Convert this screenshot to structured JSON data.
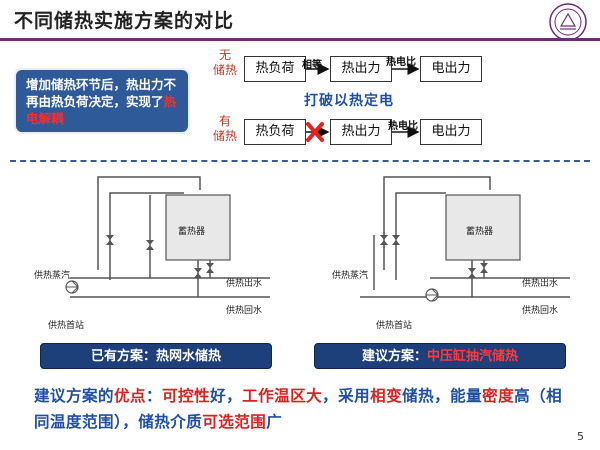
{
  "slide": {
    "title": "不同储热实施方案的对比",
    "page_number": "5"
  },
  "callout": {
    "part1": "增加储热环节后，热出力不再由热负荷决定，实现了",
    "highlight": "热电解耦"
  },
  "flow_top": {
    "label_line1": "无",
    "label_line2": "储热",
    "box1": "热负荷",
    "arrow1": "相等",
    "box2": "热出力",
    "arrow2": "热电比",
    "box3": "电出力"
  },
  "break_text": "打破以热定电",
  "flow_bottom": {
    "label_line1": "有",
    "label_line2": "储热",
    "box1": "热负荷",
    "box2": "热出力",
    "arrow2": "热电比",
    "box3": "电出力"
  },
  "diagram_left": {
    "tank": "蓄热器",
    "steam": "供热蒸汽",
    "out_water": "供热出水",
    "return_water": "供热回水",
    "station": "供热首站"
  },
  "diagram_right": {
    "tank": "蓄热器",
    "steam": "供热蒸汽",
    "out_water": "供热出水",
    "return_water": "供热回水",
    "station": "供热首站"
  },
  "banner_left": {
    "prefix": "已有方案：",
    "name": "热网水储热"
  },
  "banner_right": {
    "prefix": "建议方案：",
    "name": "中压缸抽汽储热"
  },
  "summary": {
    "s1": "建议方案的",
    "s2": "优点",
    "s3": "：",
    "s4": "可控性",
    "s5": "好，",
    "s6": "工作温区大",
    "s7": "，采用",
    "s8": "相变",
    "s9": "储热，能量",
    "s10": "密度",
    "s11": "高（相同温度范围），储热介质",
    "s12": "可选范围",
    "s13": "广"
  },
  "colors": {
    "accent": "#6b2f7a",
    "banner": "#1d3f7a",
    "callout": "#2f5a9a",
    "highlight_red": "#e02020",
    "text_blue": "#1f4fa8"
  }
}
